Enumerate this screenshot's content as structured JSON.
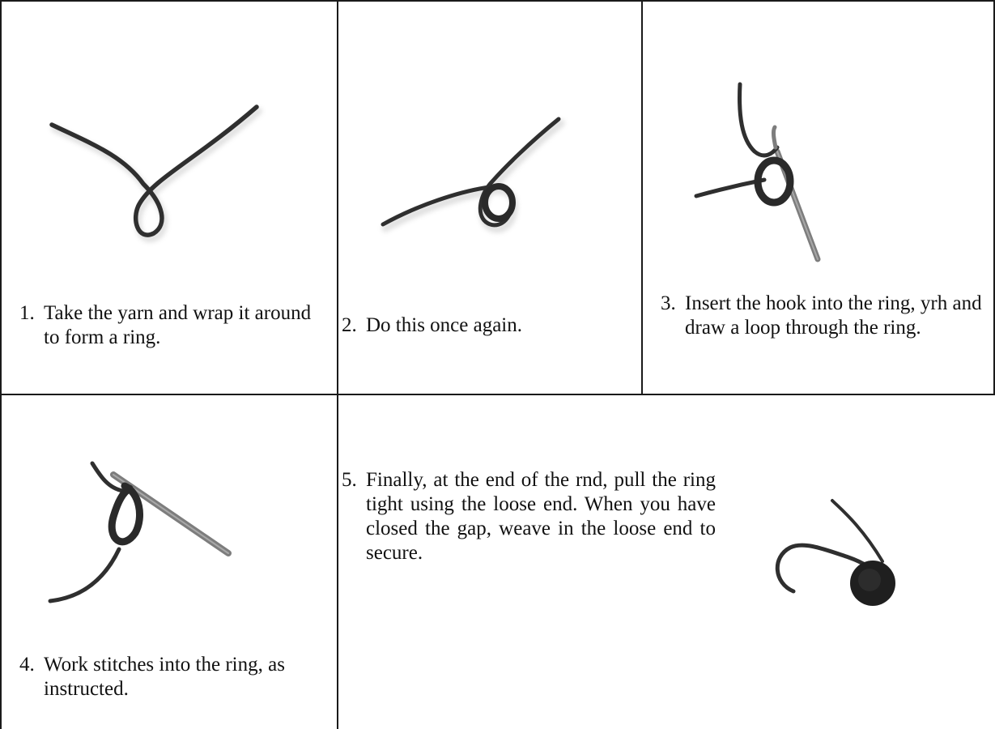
{
  "steps": [
    {
      "number": "1.",
      "text": "Take the yarn and wrap it around to form a ring."
    },
    {
      "number": "2.",
      "text": "Do this once again."
    },
    {
      "number": "3.",
      "text": "Insert the hook into the ring, yrh and draw a loop through the ring."
    },
    {
      "number": "4.",
      "text": "Work stitches into the ring, as instructed."
    },
    {
      "number": "5.",
      "text": "Finally, at the end of the rnd, pull the ring tight using the loose end.  When you have closed the gap, weave in the loose end to secure."
    }
  ],
  "illustrations": [
    {
      "icon": "yarn-single-loop-photo"
    },
    {
      "icon": "yarn-double-loop-photo"
    },
    {
      "icon": "hook-through-ring-photo"
    },
    {
      "icon": "hook-with-stitches-photo"
    },
    {
      "icon": "closed-ring-photo"
    }
  ],
  "colors": {
    "yarn": "#2f2f2f",
    "hook": "#8a8a8a",
    "border": "#1a1a1a"
  }
}
